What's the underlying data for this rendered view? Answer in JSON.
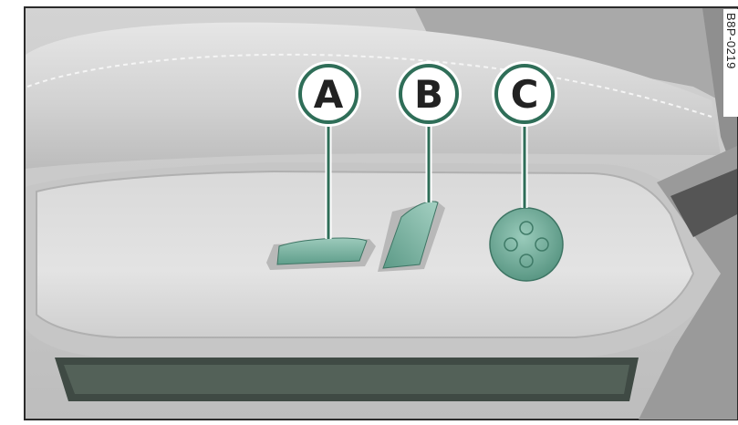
{
  "figure": {
    "code": "B8P-0219",
    "callouts": [
      {
        "id": "a",
        "label": "A"
      },
      {
        "id": "b",
        "label": "B"
      },
      {
        "id": "c",
        "label": "C"
      }
    ],
    "colors": {
      "frame": "#2b2b2b",
      "seat_body": "#cfcfcf",
      "panel": "#d9d9d9",
      "control_teal": "#7fb3a3",
      "callout_ring": "#2f6e58",
      "callout_fill": "#ffffff"
    }
  }
}
